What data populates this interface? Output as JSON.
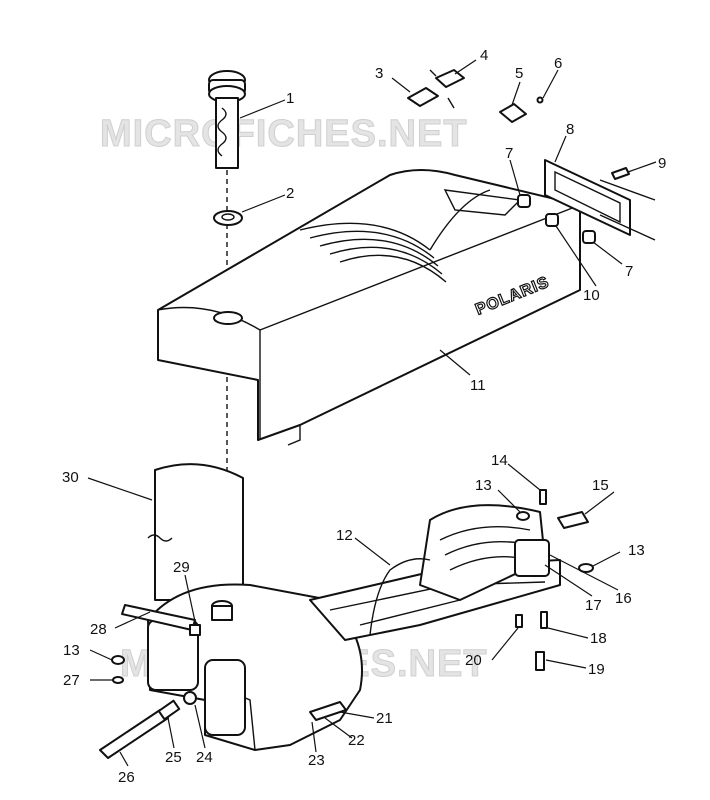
{
  "watermark": "MICROFICHES.NET",
  "brand_text": "POLARIS",
  "callouts": [
    "1",
    "2",
    "3",
    "4",
    "5",
    "6",
    "7",
    "7",
    "8",
    "9",
    "10",
    "11",
    "12",
    "13",
    "13",
    "13",
    "14",
    "15",
    "16",
    "17",
    "18",
    "19",
    "20",
    "21",
    "22",
    "23",
    "24",
    "25",
    "26",
    "27",
    "28",
    "29",
    "30"
  ]
}
